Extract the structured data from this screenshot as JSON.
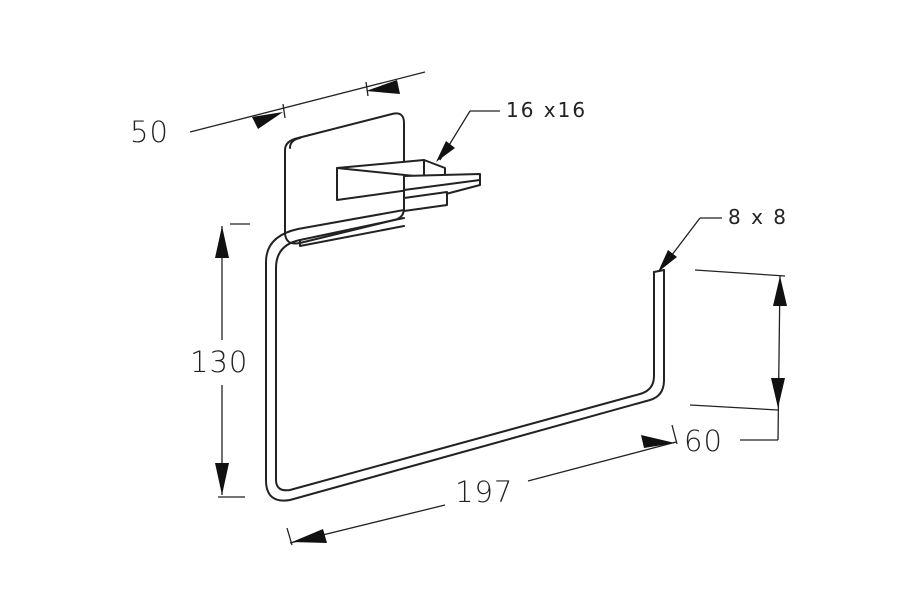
{
  "dimensions": {
    "width_depth": "50",
    "height": "130",
    "length": "197",
    "arm_height": "60",
    "bar_section": "16x16",
    "rod_section": "8x8"
  },
  "labels": {
    "bar_section": "16 x16",
    "rod_section": "8 x 8"
  },
  "colors": {
    "line": "#222222",
    "background": "#ffffff"
  }
}
